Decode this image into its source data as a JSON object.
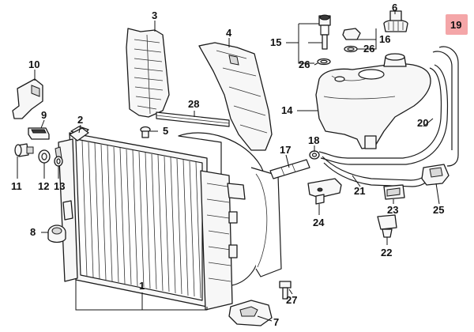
{
  "highlight_color": "#f4a6a8",
  "callouts": {
    "c1": "1",
    "c2": "2",
    "c3": "3",
    "c4": "4",
    "c5": "5",
    "c6": "6",
    "c7": "7",
    "c8": "8",
    "c9": "9",
    "c10": "10",
    "c11": "11",
    "c12": "12",
    "c13": "13",
    "c14": "14",
    "c15": "15",
    "c16": "16",
    "c17": "17",
    "c18": "18",
    "c19": "19",
    "c20": "20",
    "c21": "21",
    "c22": "22",
    "c23": "23",
    "c24": "24",
    "c25": "25",
    "c26a": "26",
    "c26b": "26",
    "c27": "27",
    "c28": "28"
  }
}
